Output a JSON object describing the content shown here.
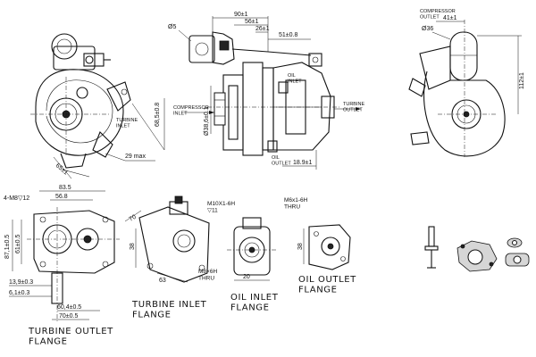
{
  "views": {
    "side_view": {
      "dims": {
        "w90": "90±1",
        "w56": "56±1",
        "w26": "26±1",
        "w51": "51±0.8",
        "d5": "Ø5",
        "d38": "Ø38,6±0.1",
        "w18": "18.9±1"
      },
      "labels": {
        "compressor_inlet": "COMPRESSOR\nINLET",
        "turbine_outlet": "TURBINE\nOUTLET",
        "oil_inlet": "OIL\nINLET",
        "oil_outlet": "OIL\nOUTLET"
      }
    },
    "front_view": {
      "dims": {
        "r68": "68,5±0.8",
        "r29": "29 max",
        "a65": "65±1"
      },
      "labels": {
        "turbine_inlet": "TURBINE\nINLET"
      }
    },
    "right_view": {
      "dims": {
        "c41": "41±1",
        "d36": "Ø36",
        "h112": "112±1"
      },
      "labels": {
        "compressor_outlet": "COMPRESSOR\nOUTLET"
      }
    },
    "turbine_outlet_flange": {
      "dims": {
        "w83": "83.5",
        "w56b": "56.8",
        "holes": "4-M8▽12",
        "h87": "87,1±0.5",
        "h61": "61±0.5",
        "h13": "13,9±0.3",
        "h6": "6,1±0.3",
        "w60": "60,4±0.5",
        "w70": "70±0.5"
      },
      "caption": "TURBINE OUTLET\nFLANGE"
    },
    "turbine_inlet_flange": {
      "dims": {
        "d70": "70",
        "d38": "38",
        "d63": "63",
        "thread": "M8×6H\nTHRU"
      },
      "caption": "TURBINE INLET\nFLANGE"
    },
    "oil_inlet_flange": {
      "dims": {
        "thread": "M10X1-6H\n▽11",
        "d20": "20"
      },
      "caption": "OIL INLET\nFLANGE"
    },
    "oil_outlet_flange": {
      "dims": {
        "thread": "M6x1-6H\nTHRU",
        "d38": "38"
      },
      "caption": "OIL OUTLET\nFLANGE"
    }
  }
}
